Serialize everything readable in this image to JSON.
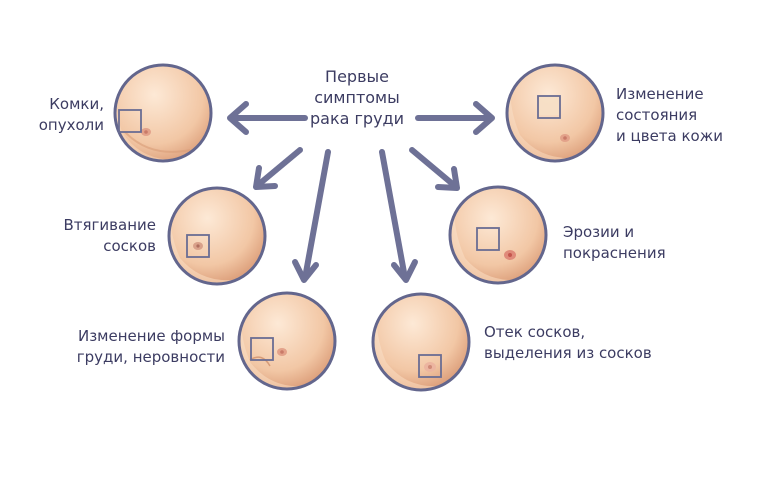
{
  "title": "Первые\nсимптомы\nрака груди",
  "colors": {
    "arrow": "#6e7196",
    "text": "#3c3c62",
    "ring": "#63668d",
    "skin_light": "#fbe3cd",
    "skin_mid": "#efc2a0",
    "skin_dark": "#d89c78",
    "marker": "#6a6d93",
    "nipple": "#e3a28a"
  },
  "symptoms": [
    {
      "id": "lumps",
      "label": "Комки,\nопухоли"
    },
    {
      "id": "skin",
      "label": "Изменение\nсостояния\nи цвета кожи"
    },
    {
      "id": "retraction",
      "label": "Втягивание\nсосков"
    },
    {
      "id": "erosion",
      "label": "Эрозии и\nпокраснения"
    },
    {
      "id": "shape",
      "label": "Изменение формы\nгруди, неровности"
    },
    {
      "id": "discharge",
      "label": "Отек сосков,\nвыделения из сосков"
    }
  ]
}
